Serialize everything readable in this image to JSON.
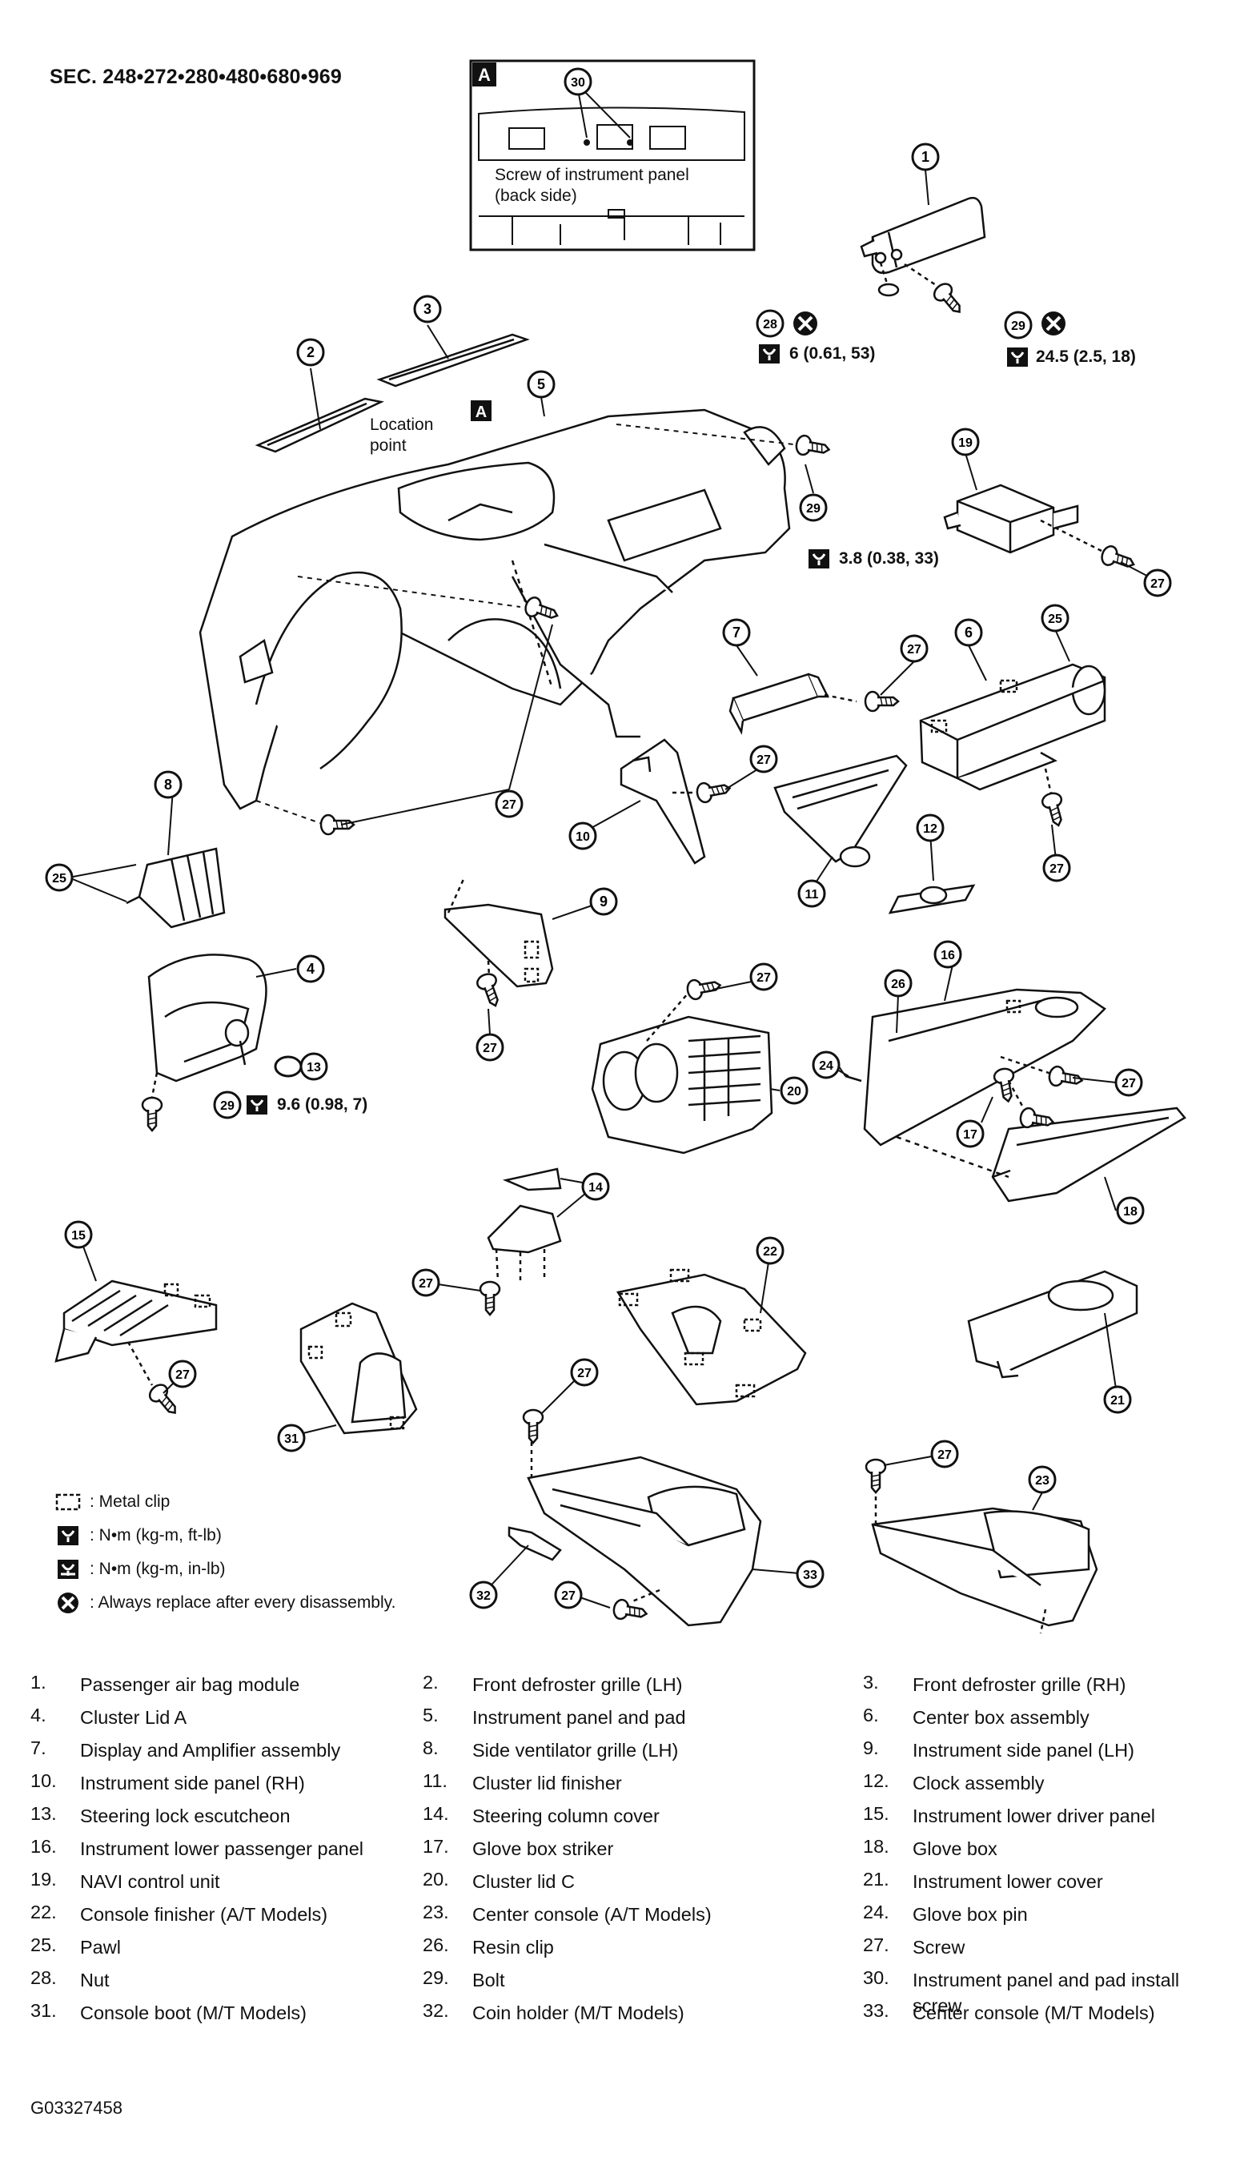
{
  "section": "SEC. 248•272•280•480•680•969",
  "inset": {
    "letter": "A",
    "callout": "30",
    "caption_line1": "Screw of instrument panel",
    "caption_line2": "(back side)"
  },
  "location_point": {
    "line1": "Location",
    "line2": "point",
    "marker": "A"
  },
  "callouts": [
    "1",
    "2",
    "3",
    "4",
    "5",
    "6",
    "7",
    "8",
    "9",
    "10",
    "11",
    "12",
    "13",
    "14",
    "15",
    "16",
    "17",
    "18",
    "19",
    "20",
    "21",
    "22",
    "23",
    "24",
    "25",
    "26",
    "27",
    "28",
    "29"
  ],
  "torques": {
    "nut_28": "6 (0.61, 53)",
    "bolt_29_top": "24.5 (2.5, 18)",
    "bolt_29_mid": "3.8 (0.38, 33)",
    "bolt_29_low": "9.6 (0.98, 7)"
  },
  "legend": [
    {
      "icon": "metal-clip-icon",
      "text": ": Metal clip"
    },
    {
      "icon": "torque-ft-lb-icon",
      "text": ": N•m (kg-m, ft-lb)"
    },
    {
      "icon": "torque-in-lb-icon",
      "text": ": N•m (kg-m, in-lb)"
    },
    {
      "icon": "replace-icon",
      "text": ": Always replace after every disassembly."
    }
  ],
  "parts": [
    {
      "num": "1.",
      "label": "Passenger air bag module"
    },
    {
      "num": "2.",
      "label": "Front defroster grille (LH)"
    },
    {
      "num": "3.",
      "label": "Front defroster grille (RH)"
    },
    {
      "num": "4.",
      "label": "Cluster Lid A"
    },
    {
      "num": "5.",
      "label": "Instrument panel and pad"
    },
    {
      "num": "6.",
      "label": "Center box assembly"
    },
    {
      "num": "7.",
      "label": "Display and Amplifier assembly"
    },
    {
      "num": "8.",
      "label": "Side ventilator grille (LH)"
    },
    {
      "num": "9.",
      "label": "Instrument side panel (LH)"
    },
    {
      "num": "10.",
      "label": "Instrument side panel (RH)"
    },
    {
      "num": "11.",
      "label": "Cluster lid finisher"
    },
    {
      "num": "12.",
      "label": "Clock assembly"
    },
    {
      "num": "13.",
      "label": "Steering lock escutcheon"
    },
    {
      "num": "14.",
      "label": "Steering column cover"
    },
    {
      "num": "15.",
      "label": "Instrument lower driver panel"
    },
    {
      "num": "16.",
      "label": "Instrument lower passenger panel"
    },
    {
      "num": "17.",
      "label": "Glove box striker"
    },
    {
      "num": "18.",
      "label": "Glove box"
    },
    {
      "num": "19.",
      "label": "NAVI control unit"
    },
    {
      "num": "20.",
      "label": "Cluster lid C"
    },
    {
      "num": "21.",
      "label": "Instrument lower cover"
    },
    {
      "num": "22.",
      "label": "Console finisher (A/T Models)"
    },
    {
      "num": "23.",
      "label": "Center console (A/T Models)"
    },
    {
      "num": "24.",
      "label": "Glove box pin"
    },
    {
      "num": "25.",
      "label": "Pawl"
    },
    {
      "num": "26.",
      "label": "Resin clip"
    },
    {
      "num": "27.",
      "label": "Screw"
    },
    {
      "num": "28.",
      "label": "Nut"
    },
    {
      "num": "29.",
      "label": "Bolt"
    },
    {
      "num": "30.",
      "label": "Instrument panel and pad install screw"
    },
    {
      "num": "31.",
      "label": "Console boot (M/T Models)"
    },
    {
      "num": "32.",
      "label": "Coin holder (M/T Models)"
    },
    {
      "num": "33.",
      "label": "Center console (M/T Models)"
    }
  ],
  "figure_code": "G03327458"
}
